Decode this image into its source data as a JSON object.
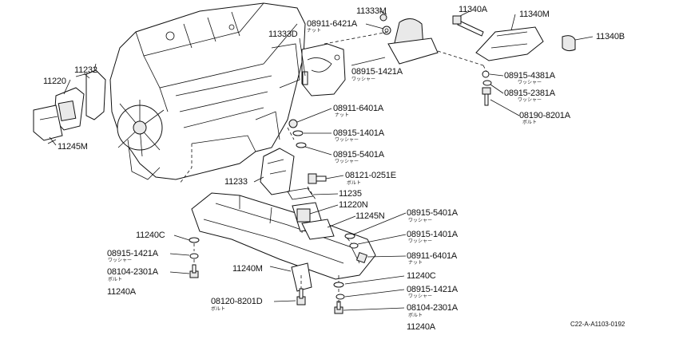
{
  "labels": {
    "p11333M": "11333M",
    "p11340A": "11340A",
    "p11340M": "11340M",
    "p11340B": "11340B",
    "p11333D": "11333D",
    "p08911_6421A": "08911-6421A",
    "p08915_1421A_top": "08915-1421A",
    "p08915_4381A": "08915-4381A",
    "p08915_2381A": "08915-2381A",
    "p08190_8201A": "08190-8201A",
    "p11232": "11232",
    "p11220": "11220",
    "p11245M": "11245M",
    "p08911_6401A_up": "08911-6401A",
    "p08915_1401A_up": "08915-1401A",
    "p08915_5401A_up": "08915-5401A",
    "p08121_0251E": "08121-0251E",
    "p11233": "11233",
    "p11235": "11235",
    "p11220N": "11220N",
    "p11245N": "11245N",
    "p08915_5401A_lo": "08915-5401A",
    "p08915_1401A_lo": "08915-1401A",
    "p08911_6401A_lo": "08911-6401A",
    "p11240C_left": "11240C",
    "p08915_1421A_left": "08915-1421A",
    "p08104_2301A_left": "08104-2301A",
    "p11240A_left": "11240A",
    "p11240M": "11240M",
    "p11240C_right": "11240C",
    "p08915_1421A_right": "08915-1421A",
    "p08120_8201D": "08120-8201D",
    "p08104_2301A_right": "08104-2301A",
    "p11240A_right": "11240A"
  },
  "subs": {
    "nut_1": "ナット",
    "washer_1": "ワッシャー",
    "washer_2": "ワッシャー",
    "washer_3": "ワッシャー",
    "bolt_1": "ボルト",
    "nut_2": "ナット",
    "washer_4": "ワッシャー",
    "washer_5": "ワッシャー",
    "bolt_2": "ボルト",
    "washer_6": "ワッシャー",
    "washer_7": "ワッシャー",
    "nut_3": "ナット",
    "washer_8": "ワッシャー",
    "bolt_3": "ボルト",
    "bolt_4": "ボルト",
    "washer_9": "ワッシャー",
    "bolt_5": "ボルト"
  },
  "reference": "C22-A-A1103-0192"
}
